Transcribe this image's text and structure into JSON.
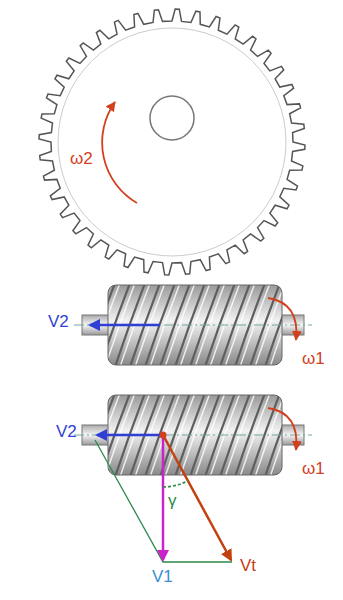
{
  "diagram": {
    "labels": [
      "ω2",
      "V2",
      "ω1",
      "V2",
      "ω1",
      "γ",
      "V1",
      "Vt"
    ]
  }
}
